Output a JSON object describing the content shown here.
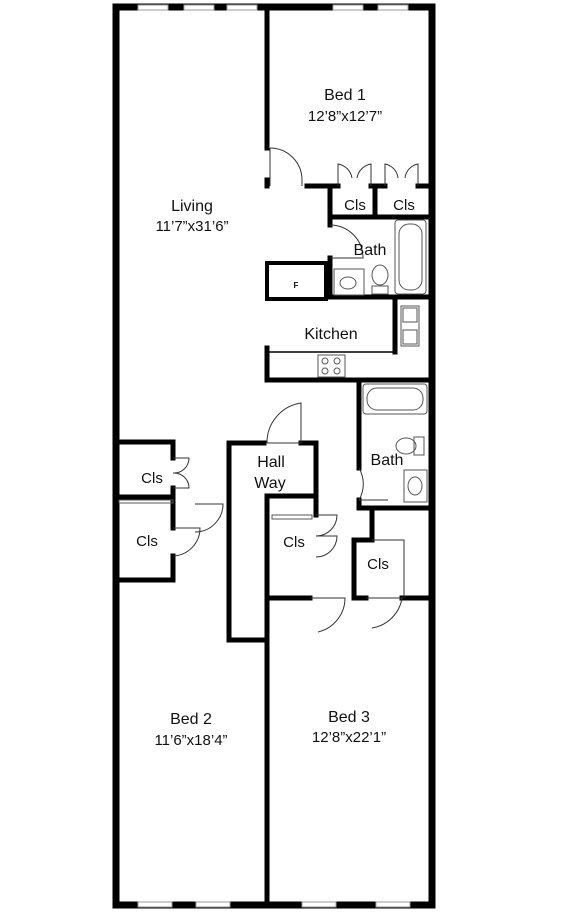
{
  "rooms": {
    "bed1": {
      "name": "Bed 1",
      "dims": "12’8”x12’7”"
    },
    "living": {
      "name": "Living",
      "dims": "11’7”x31’6”"
    },
    "kitchen": {
      "name": "Kitchen"
    },
    "bath_upper": {
      "name": "Bath"
    },
    "bath_lower": {
      "name": "Bath"
    },
    "hallway": {
      "line1": "Hall",
      "line2": "Way"
    },
    "bed2": {
      "name": "Bed 2",
      "dims": "11’6”x18’4”"
    },
    "bed3": {
      "name": "Bed 3",
      "dims": "12’8”x22’1”"
    }
  },
  "closets": {
    "bed1_left": "Cls",
    "bed1_right": "Cls",
    "living": "Cls",
    "bed2": "Cls",
    "hall": "Cls",
    "bed3": "Cls"
  },
  "fridge_label": "F",
  "colors": {
    "wall": "#000000",
    "fixture": "#555555",
    "background": "#ffffff"
  }
}
